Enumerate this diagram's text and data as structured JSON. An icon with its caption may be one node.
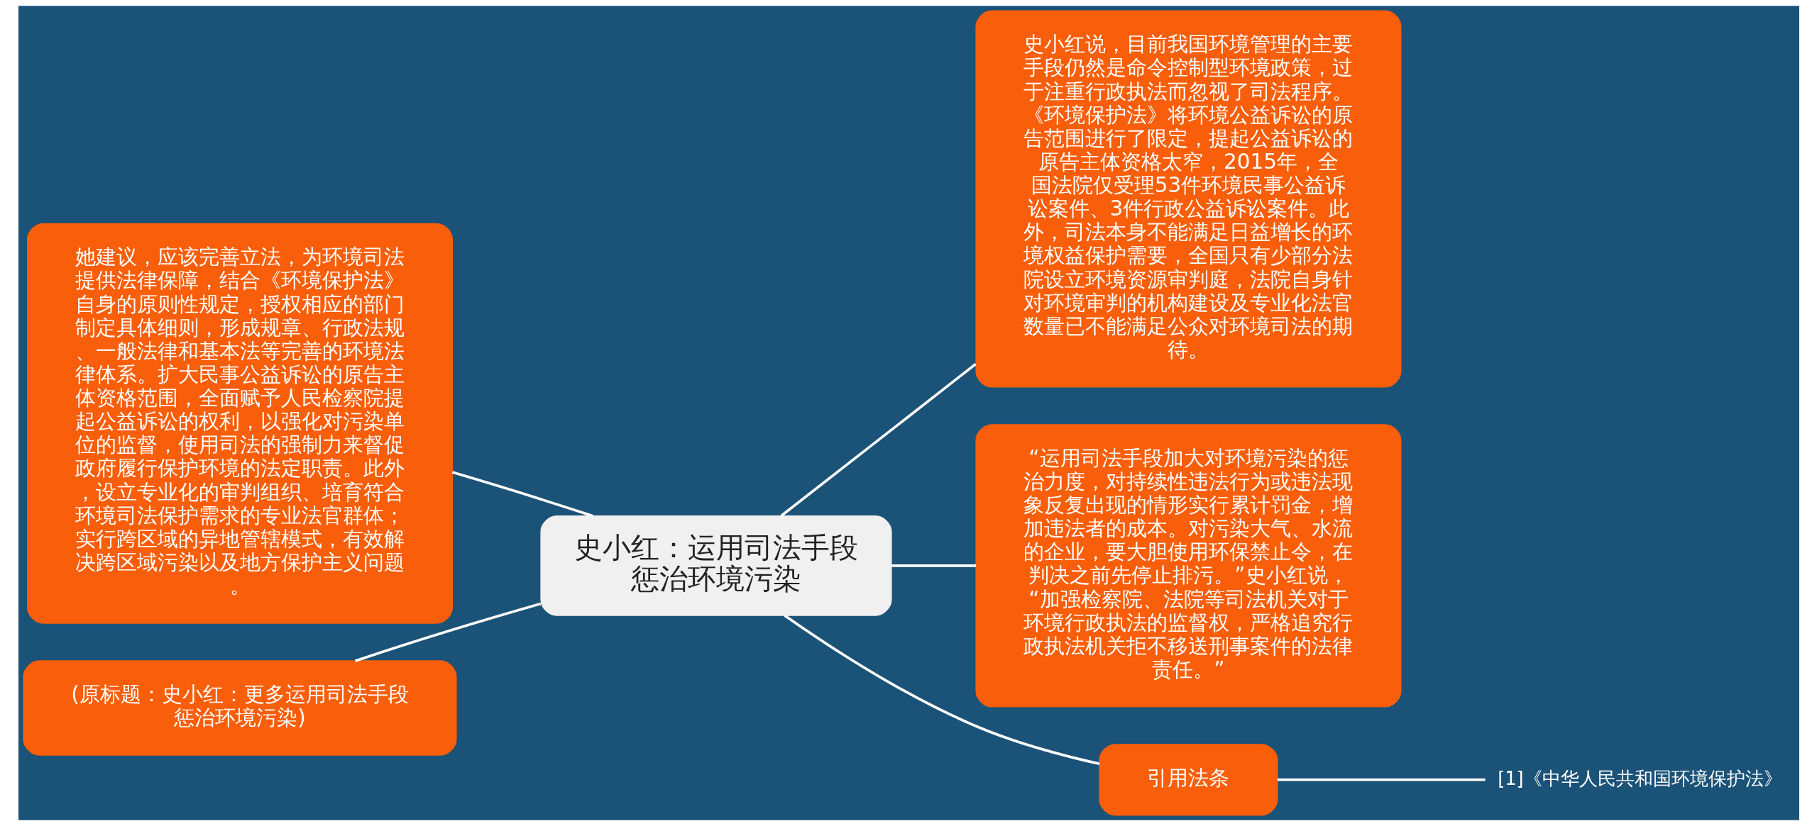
{
  "diagram": {
    "nodes": [
      {
        "text": [
          "史小红：运用司法手段惩治环境污染"
        ]
      },
      {
        "text": [
          "她建议，应该完善立法，为环境司法提供法律保障，结合《环境保护法》自身的原则性规定，授权相应的部门制定具体细则，形成规章、行政法规、一般法律和基本法等完善的环境法律体系。扩大民事公益诉讼的原告主体资格范围，全面赋予人民检察院提起公益诉讼的权利，以强化对污染单位的监督，使用司法的强制力来督促政府履行保护环境的法定职责。此外，设立专业化的审判组织、培育符合环境司法保护需求的专业法官群体；实行跨区域的异地管辖模式，有效解决跨区域污染以及地方保护主义问题。"
        ]
      },
      {
        "text": [
          "(原标题：史小红：更多运用司法手段惩治环境污染)"
        ]
      },
      {
        "text": [
          "史小红说，目前我国环境管理的主要手段仍然是命令控制型环境政策，过于注重行政执法而忽视了司法程序。《环境保护法》将环境公益诉讼的原告范围进行了限定，提起公益诉讼的原告主体资格太窄，2015年，全国法院仅受理53件环境民事公益诉讼案件、3件行政公益诉讼案件。此外，司法本身不能满足日益增长的环境权益保护需要，全国只有少部分法院设立环境资源审判庭，法院自身针对环境审判的机构建设及专业化法官数量已不能满足公众对环境司法的期待。"
        ]
      },
      {
        "text": [
          "“运用司法手段加大对环境污染的惩治力度，对持续性违法行为或违法现象反复出现的情形实行累计罚金，增加违法者的成本。对污染大气、水流的企业，要大胆使用环保禁止令，在判决之前先停止排污。”史小红说，“加强检察院、法院等司法机关对于环境行政执法的监督权，严格追究行政执法机关拒不移送刑事案件的法律责任。”"
        ]
      },
      {
        "text": [
          "引用法条"
        ]
      },
      {
        "text": [
          "[1]《中华人民共和国环境保护法》"
        ]
      }
    ],
    "edges": [
      {
        "from": 0,
        "to": 1,
        "arrow": "none"
      },
      {
        "from": 0,
        "to": 2,
        "arrow": "none"
      },
      {
        "from": 0,
        "to": 3,
        "arrow": "none"
      },
      {
        "from": 0,
        "to": 4,
        "arrow": "none"
      },
      {
        "from": 0,
        "to": 5,
        "arrow": "none"
      },
      {
        "from": 5,
        "to": 6,
        "arrow": "none"
      }
    ]
  }
}
